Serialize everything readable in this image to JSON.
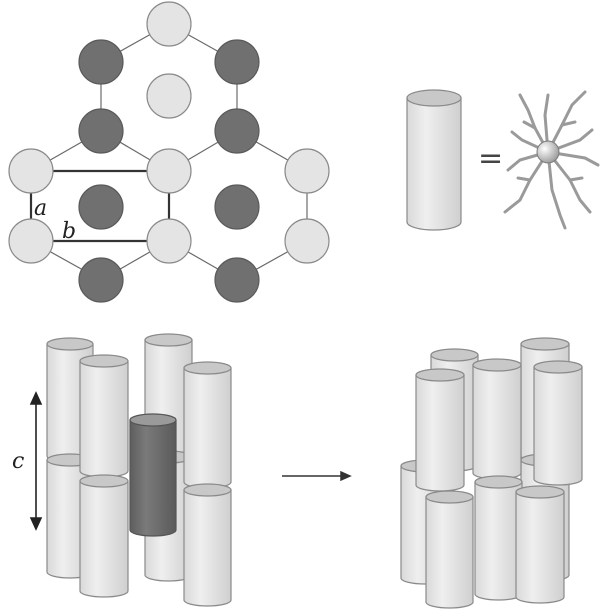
{
  "labels": {
    "a": "a",
    "b": "b",
    "c": "c",
    "equals": "="
  },
  "colors": {
    "light_fill": "#e4e4e4",
    "dark_fill": "#6e6e6e",
    "stroke": "#8a8a8a",
    "line": "#555555",
    "cylinder_top_light": "#c8c8c8",
    "cylinder_top_dark": "#9a9a9a"
  }
}
